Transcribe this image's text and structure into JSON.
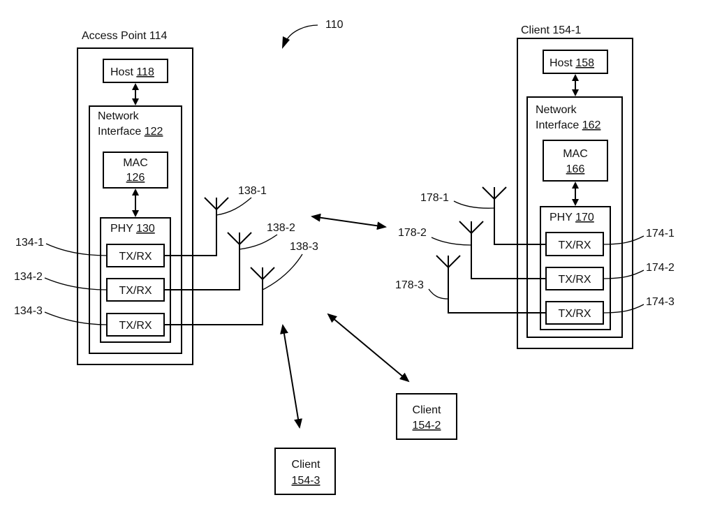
{
  "figure_ref": "110",
  "access_point": {
    "title": "Access Point 114",
    "host": {
      "label": "Host ",
      "ref": "118"
    },
    "network_interface": {
      "line1": "Network",
      "line2": "Interface ",
      "ref": "122"
    },
    "mac": {
      "label": "MAC",
      "ref": "126"
    },
    "phy": {
      "label": "PHY ",
      "ref": "130"
    },
    "transceivers": [
      {
        "label": "TX/RX",
        "ref": "134-1"
      },
      {
        "label": "TX/RX",
        "ref": "134-2"
      },
      {
        "label": "TX/RX",
        "ref": "134-3"
      }
    ],
    "antennas": [
      "138-1",
      "138-2",
      "138-3"
    ]
  },
  "client_1": {
    "title": "Client 154-1",
    "host": {
      "label": "Host ",
      "ref": "158"
    },
    "network_interface": {
      "line1": "Network",
      "line2": "Interface ",
      "ref": "162"
    },
    "mac": {
      "label": "MAC",
      "ref": "166"
    },
    "phy": {
      "label": "PHY ",
      "ref": "170"
    },
    "transceivers": [
      {
        "label": "TX/RX",
        "ref": "174-1"
      },
      {
        "label": "TX/RX",
        "ref": "174-2"
      },
      {
        "label": "TX/RX",
        "ref": "174-3"
      }
    ],
    "antennas": [
      "178-1",
      "178-2",
      "178-3"
    ]
  },
  "client_2": {
    "label": "Client",
    "ref": "154-2"
  },
  "client_3": {
    "label": "Client",
    "ref": "154-3"
  }
}
